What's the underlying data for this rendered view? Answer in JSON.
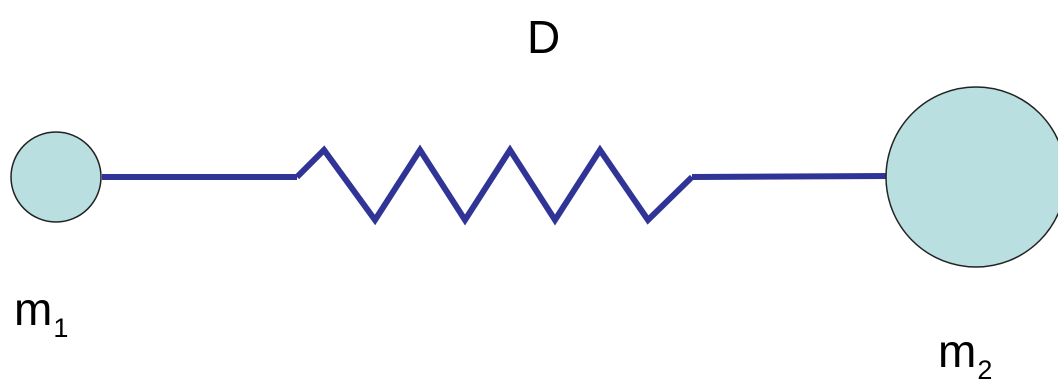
{
  "diagram": {
    "spring_label": "D",
    "mass1": {
      "symbol": "m",
      "subscript": "1"
    },
    "mass2": {
      "symbol": "m",
      "subscript": "2"
    }
  },
  "colors": {
    "mass_fill": "#b9dfe0",
    "mass_stroke": "#222222",
    "spring": "#2f3496",
    "text": "#000000"
  }
}
